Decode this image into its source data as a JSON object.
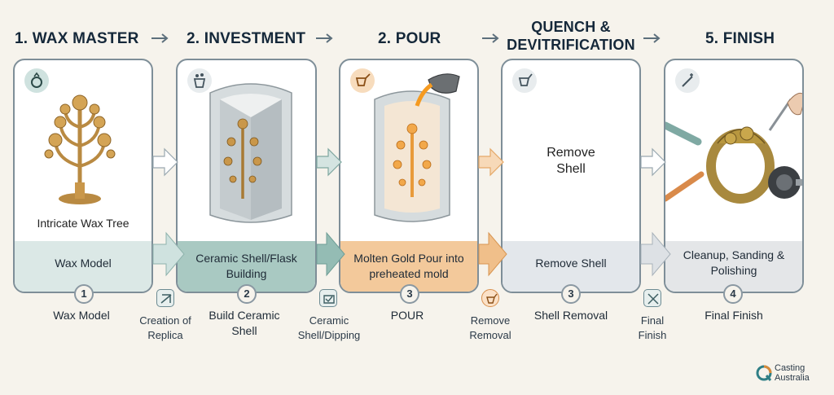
{
  "stages": [
    {
      "title": "1. WAX MASTER",
      "card_text": "Intricate Wax Tree",
      "band_text": "Wax Model",
      "number": "1",
      "step_label": "Wax Model"
    },
    {
      "title": "2. INVESTMENT",
      "card_text": "",
      "band_text": "Ceramic Shell/Flask Building",
      "number": "2",
      "step_label": "Build Ceramic Shell"
    },
    {
      "title": "2. POUR",
      "card_text": "",
      "band_text": "Molten Gold Pour into preheated mold",
      "number": "3",
      "step_label": "POUR"
    },
    {
      "title": "QUENCH & DEVITRIFICATION",
      "card_text": "Remove Shell",
      "band_text": "Remove Shell",
      "number": "3",
      "step_label": "Shell Removal"
    },
    {
      "title": "5. FINISH",
      "card_text": "",
      "band_text": "Cleanup, Sanding & Polishing",
      "number": "4",
      "step_label": "Final Finish"
    }
  ],
  "transitions": [
    {
      "label": "Creation of Replica"
    },
    {
      "label": "Ceramic Shell/Dipping"
    },
    {
      "label": "Remove Removal"
    },
    {
      "label": "Final Finish"
    }
  ],
  "logo": {
    "line1": "Casting",
    "line2": "Australia"
  },
  "colors": {
    "band_wax": "#dbe8e6",
    "band_investment": "#a9c9c2",
    "band_pour": "#f3c99b",
    "band_quench": "#e3e7eb",
    "band_finish": "#e4e6e8",
    "gold": "#c9974a",
    "accent_teal": "#5e8f89"
  }
}
